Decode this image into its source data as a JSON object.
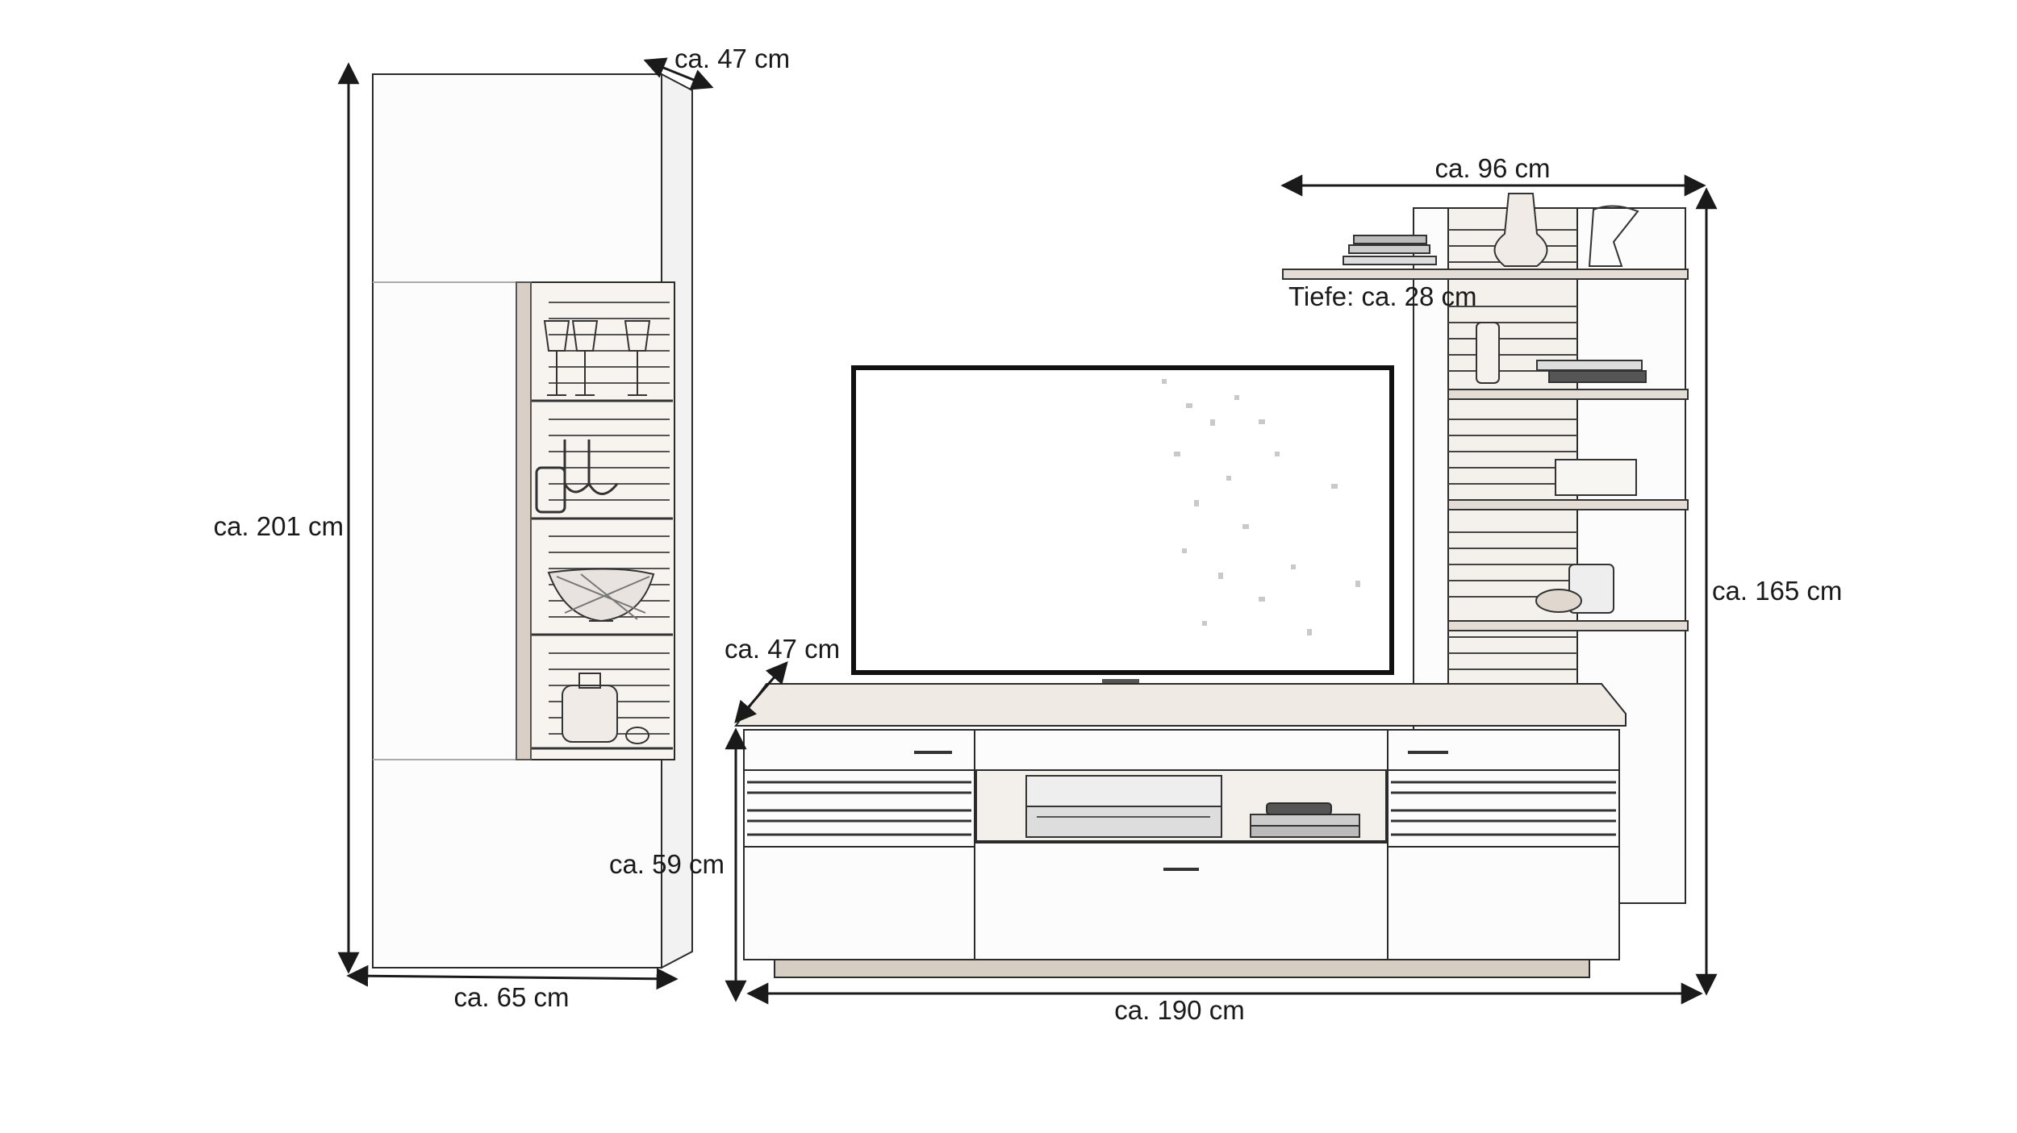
{
  "dimensions": {
    "vitrine_depth": "ca. 47 cm",
    "vitrine_height": "ca. 201 cm",
    "vitrine_width": "ca. 65 cm",
    "shelf_width": "ca. 96 cm",
    "shelf_depth": "Tiefe: ca. 28 cm",
    "shelf_height": "ca. 165 cm",
    "lowboard_depth": "ca. 47 cm",
    "lowboard_height": "ca. 59 cm",
    "lowboard_width": "ca. 190 cm"
  },
  "colors": {
    "line": "#1a1a1a",
    "wood": "#6b5a48",
    "paper": "#ffffff"
  }
}
